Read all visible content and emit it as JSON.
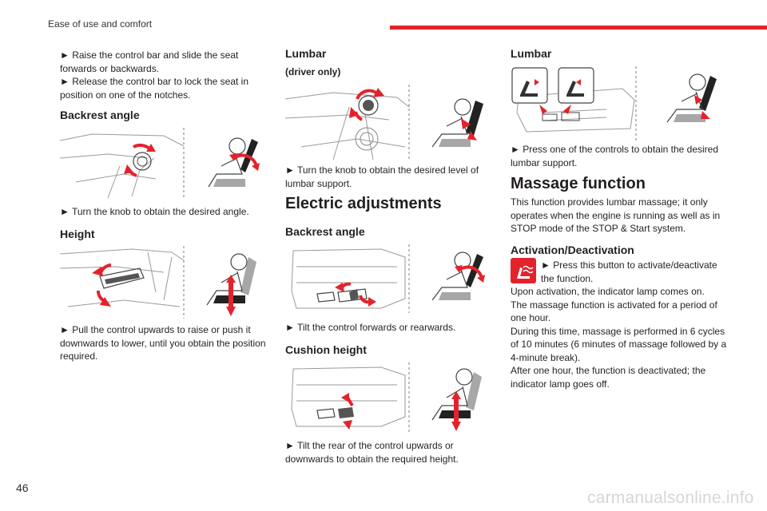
{
  "header": {
    "section": "Ease of use and comfort",
    "page_number": "46",
    "accent_color": "#e3232c"
  },
  "watermark": "carmanualsonline.info",
  "col1": {
    "intro": "► Raise the control bar and slide the seat forwards or backwards.\n► Release the control bar to lock the seat in position on one of the notches.",
    "backrest_heading": "Backrest angle",
    "backrest_text": "► Turn the knob to obtain the desired angle.",
    "height_heading": "Height",
    "height_text": "► Pull the control upwards to raise or push it downwards to lower, until you obtain the position required."
  },
  "col2": {
    "lumbar_heading": "Lumbar",
    "lumbar_sub": "(driver only)",
    "lumbar_text": "► Turn the knob to obtain the desired level of lumbar support.",
    "electric_heading": "Electric adjustments",
    "backrest_heading": "Backrest angle",
    "backrest_text": "► Tilt the control forwards or rearwards.",
    "cushion_heading": "Cushion height",
    "cushion_text": "► Tilt the rear of the control upwards or downwards to obtain the required height."
  },
  "col3": {
    "lumbar_heading": "Lumbar",
    "lumbar_text": "► Press one of the controls to obtain the desired lumbar support.",
    "massage_heading": "Massage function",
    "massage_text": "This function provides lumbar massage; it only operates when the engine is running as well as in STOP mode of the STOP & Start system.",
    "activation_heading": "Activation/Deactivation",
    "activation_button_text": "► Press this button to activate/deactivate the function.",
    "activation_text": "Upon activation, the indicator lamp comes on.\nThe massage function is activated for a period of one hour.\nDuring this time, massage is performed in 6 cycles of 10 minutes (6 minutes of massage followed by a 4-minute break).\nAfter one hour, the function is deactivated; the indicator lamp goes off."
  }
}
